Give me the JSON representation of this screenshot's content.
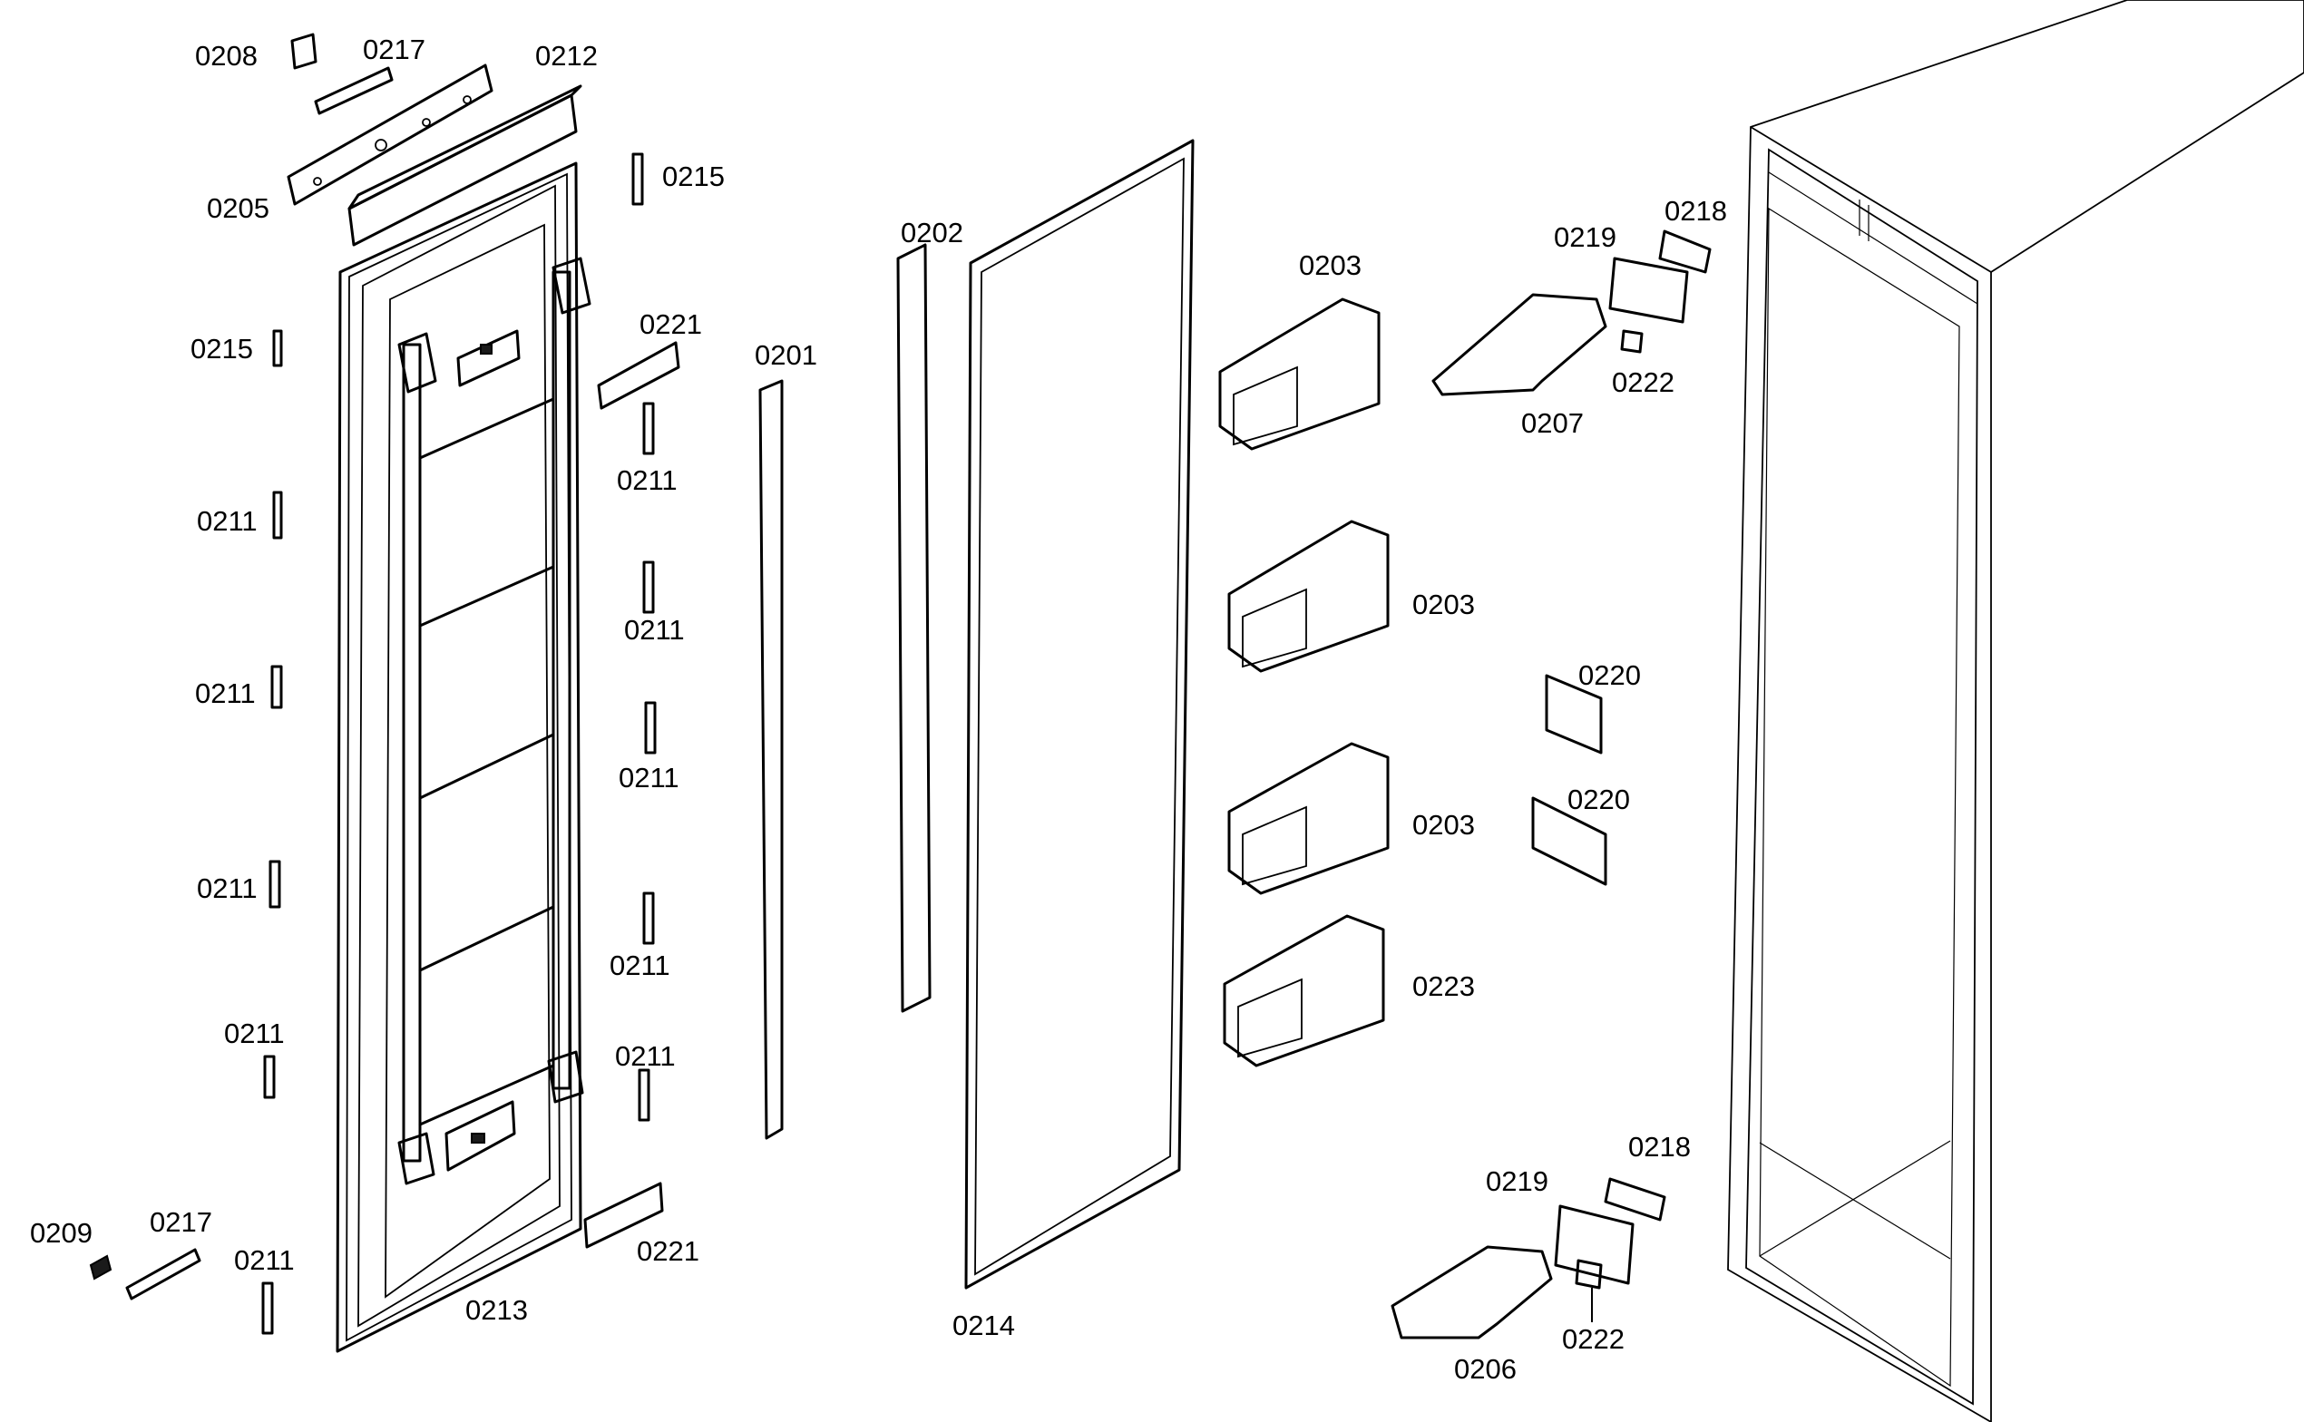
{
  "labels": {
    "l0208": "0208",
    "l0217a": "0217",
    "l0212": "0212",
    "l0205": "0205",
    "l0215a": "0215",
    "l0215b": "0215",
    "l0221a": "0221",
    "l0211a": "0211",
    "l0211b": "0211",
    "l0211c": "0211",
    "l0211d": "0211",
    "l0211e": "0211",
    "l0211f": "0211",
    "l0211g": "0211",
    "l0211h": "0211",
    "l0211i": "0211",
    "l0211j": "0211",
    "l0209": "0209",
    "l0217b": "0217",
    "l0213": "0213",
    "l0221b": "0221",
    "l0201": "0201",
    "l0202": "0202",
    "l0214": "0214",
    "l0203a": "0203",
    "l0203b": "0203",
    "l0203c": "0203",
    "l0223": "0223",
    "l0219a": "0219",
    "l0218a": "0218",
    "l0222a": "0222",
    "l0207": "0207",
    "l0220a": "0220",
    "l0220b": "0220",
    "l0219b": "0219",
    "l0218b": "0218",
    "l0222b": "0222",
    "l0206": "0206"
  }
}
